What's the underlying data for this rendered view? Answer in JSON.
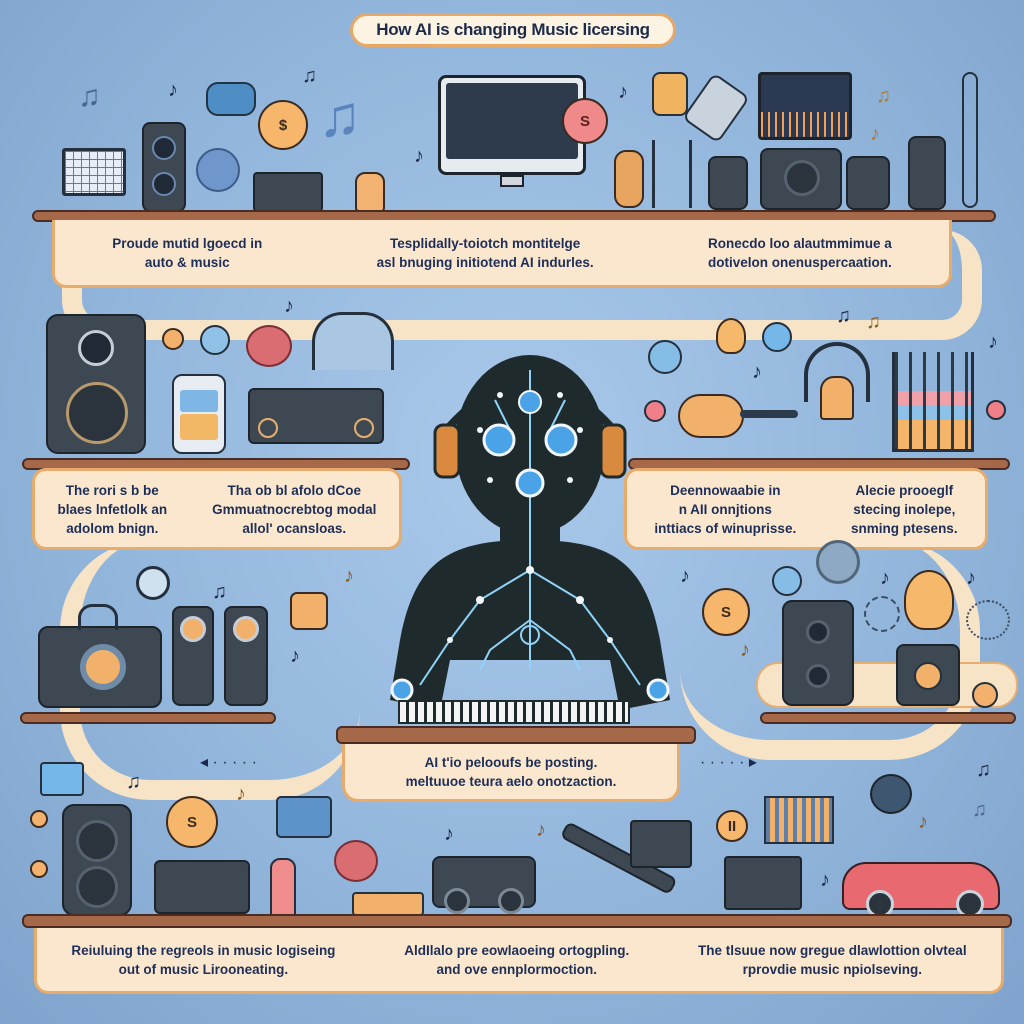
{
  "title": "How AI is changing Music licersing",
  "colors": {
    "background": "#93b6dc",
    "panel_fill": "#fbe7cd",
    "panel_border": "#e7ac6b",
    "shelf": "#a5694a",
    "title_text": "#1d2b4a",
    "figure_body": "#1e2a2c",
    "circuit_accent": "#4aa3e6",
    "headphone_accent": "#d98a3e"
  },
  "sections": {
    "top": {
      "captions": [
        {
          "line1": "Proude mutid lgoecd in",
          "line2": "auto & music"
        },
        {
          "line1": "Tesplidally-toiotch montitelge",
          "line2": "asl bnuging initiotend AI indurles."
        },
        {
          "line1": "Ronecdo loo alautmmimue a",
          "line2": "dotivelon onenuspercaation."
        }
      ]
    },
    "middle_left": {
      "captions": [
        {
          "line1": "The rori s b be",
          "line2": "blaes lnfetlolk an",
          "line3": "adolom bnign."
        },
        {
          "line1": "Tha ob bl afolo dCoe",
          "line2": "Gmmuatnocrebtog modal",
          "line3": "allol' ocansloas."
        }
      ]
    },
    "middle_right": {
      "captions": [
        {
          "line1": "Deennowaabie in",
          "line2": "n AII onnjtions",
          "line3": "inttiacs of winuprisse."
        },
        {
          "line1": "Alecie prooeglf",
          "line2": "stecing inolepe,",
          "line3": "snming ptesens."
        }
      ]
    },
    "center": {
      "caption": {
        "line1": "AI t'io pelooufs be posting.",
        "line2": "meltuuoe teura aelo onotzaction."
      }
    },
    "bottom": {
      "captions": [
        {
          "line1": "Reiuluing the regreols in music logiseing",
          "line2": "out of music Lirooneating."
        },
        {
          "line1": "AldIlalo pre eowlaoeing ortogpling.",
          "line2": "and ove ennplormoction."
        },
        {
          "line1": "The tlsuue now gregue dlawlottion olvteal",
          "line2": "rprovdie music npiolseving."
        }
      ]
    }
  },
  "icons": [
    "music-note-icon",
    "speaker-icon",
    "brain-icon",
    "coin-dollar-icon",
    "monitor-icon",
    "guitar-icon",
    "microphone-icon",
    "headphones-icon",
    "lightbulb-icon",
    "equalizer-icon",
    "radio-icon",
    "car-icon",
    "truck-icon",
    "ai-figure-icon",
    "keyboard-icon"
  ]
}
